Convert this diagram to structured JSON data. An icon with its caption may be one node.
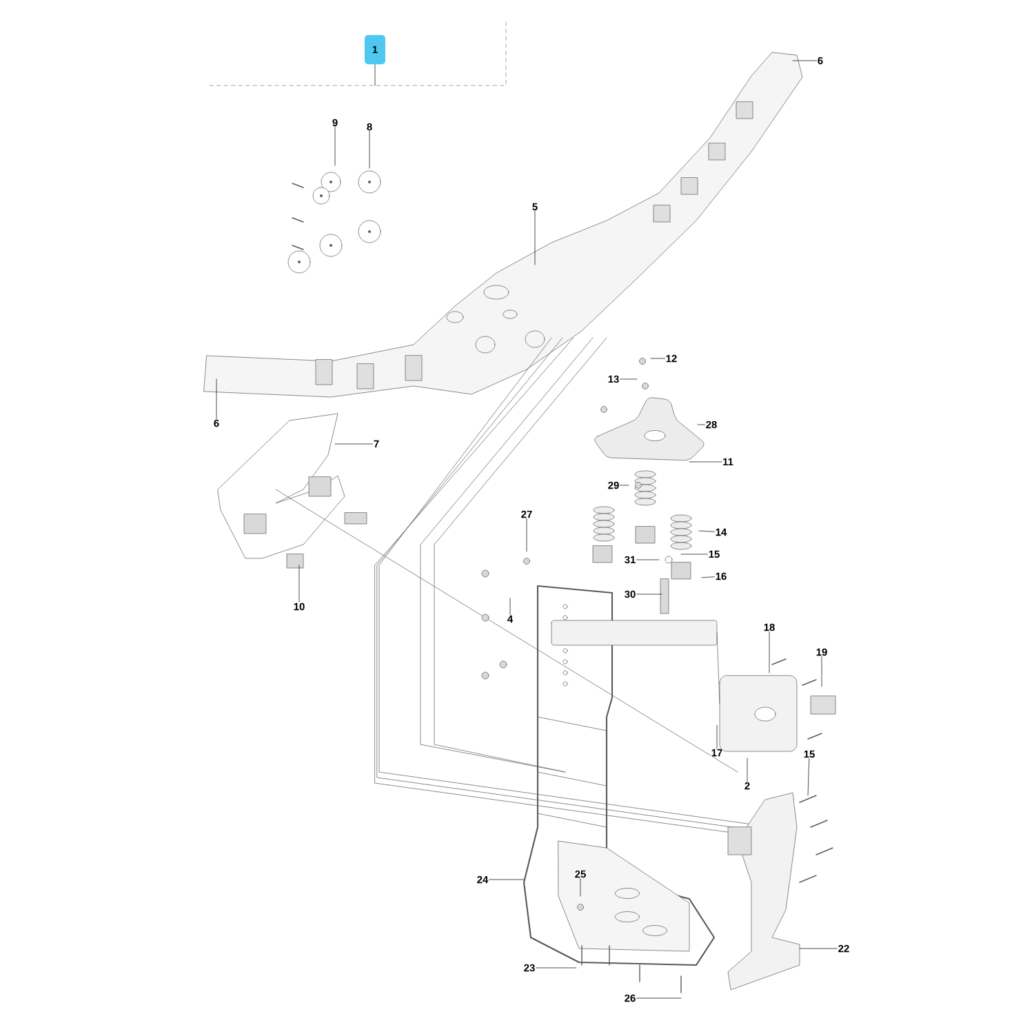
{
  "diagram": {
    "nodes": [
      {
        "text": [
          "1"
        ]
      },
      {
        "text": [
          "9"
        ]
      },
      {
        "text": [
          "8"
        ]
      },
      {
        "text": [
          "5"
        ]
      },
      {
        "text": [
          "6"
        ]
      },
      {
        "text": [
          "6"
        ]
      },
      {
        "text": [
          "7"
        ]
      },
      {
        "text": [
          "10"
        ]
      },
      {
        "text": [
          "12"
        ]
      },
      {
        "text": [
          "13"
        ]
      },
      {
        "text": [
          "28"
        ]
      },
      {
        "text": [
          "11"
        ]
      },
      {
        "text": [
          "29"
        ]
      },
      {
        "text": [
          "14"
        ]
      },
      {
        "text": [
          "27"
        ]
      },
      {
        "text": [
          "31"
        ]
      },
      {
        "text": [
          "15"
        ]
      },
      {
        "text": [
          "16"
        ]
      },
      {
        "text": [
          "30"
        ]
      },
      {
        "text": [
          "4"
        ]
      },
      {
        "text": [
          "18"
        ]
      },
      {
        "text": [
          "19"
        ]
      },
      {
        "text": [
          "17"
        ]
      },
      {
        "text": [
          "2"
        ]
      },
      {
        "text": [
          "15"
        ]
      },
      {
        "text": [
          "24"
        ]
      },
      {
        "text": [
          "25"
        ]
      },
      {
        "text": [
          "22"
        ]
      },
      {
        "text": [
          "23"
        ]
      },
      {
        "text": [
          "26"
        ]
      }
    ],
    "edges": [
      {
        "from": 0,
        "to": null,
        "arrow": "none"
      },
      {
        "from": 1,
        "to": null,
        "arrow": "none"
      },
      {
        "from": 2,
        "to": null,
        "arrow": "none"
      },
      {
        "from": 3,
        "to": null,
        "arrow": "none"
      },
      {
        "from": 4,
        "to": null,
        "arrow": "none"
      },
      {
        "from": 5,
        "to": null,
        "arrow": "none"
      },
      {
        "from": 6,
        "to": null,
        "arrow": "none"
      },
      {
        "from": 7,
        "to": null,
        "arrow": "none"
      },
      {
        "from": 8,
        "to": null,
        "arrow": "none"
      },
      {
        "from": 9,
        "to": null,
        "arrow": "none"
      },
      {
        "from": 10,
        "to": null,
        "arrow": "none"
      },
      {
        "from": 11,
        "to": null,
        "arrow": "none"
      },
      {
        "from": 12,
        "to": null,
        "arrow": "none"
      },
      {
        "from": 13,
        "to": null,
        "arrow": "none"
      },
      {
        "from": 14,
        "to": null,
        "arrow": "none"
      },
      {
        "from": 15,
        "to": null,
        "arrow": "none"
      },
      {
        "from": 16,
        "to": null,
        "arrow": "none"
      },
      {
        "from": 17,
        "to": null,
        "arrow": "none"
      },
      {
        "from": 18,
        "to": null,
        "arrow": "none"
      },
      {
        "from": 19,
        "to": null,
        "arrow": "none"
      },
      {
        "from": 20,
        "to": null,
        "arrow": "none"
      },
      {
        "from": 21,
        "to": null,
        "arrow": "none"
      },
      {
        "from": 22,
        "to": null,
        "arrow": "none"
      },
      {
        "from": 23,
        "to": null,
        "arrow": "none"
      },
      {
        "from": 24,
        "to": null,
        "arrow": "none"
      },
      {
        "from": 25,
        "to": null,
        "arrow": "none"
      },
      {
        "from": 26,
        "to": null,
        "arrow": "none"
      },
      {
        "from": 27,
        "to": null,
        "arrow": "none"
      },
      {
        "from": 28,
        "to": null,
        "arrow": "none"
      },
      {
        "from": 29,
        "to": null,
        "arrow": "none"
      }
    ]
  }
}
